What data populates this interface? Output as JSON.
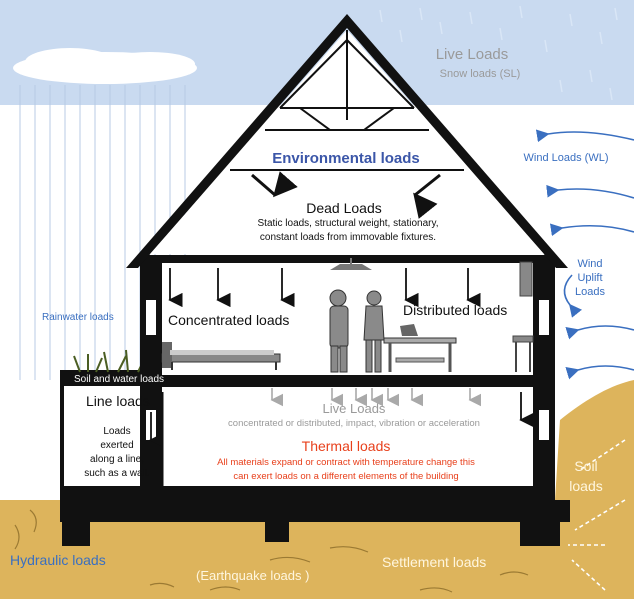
{
  "labels": {
    "live_loads_top": "Live Loads",
    "snow_loads": "Snow loads (SL)",
    "environmental_loads": "Environmental loads",
    "wind_loads": "Wind Loads (WL)",
    "dead_loads_title": "Dead Loads",
    "dead_loads_desc_1": "Static loads, structural weight, stationary,",
    "dead_loads_desc_2": "constant loads from immovable fixtures.",
    "wind_uplift_1": "Wind",
    "wind_uplift_2": "Uplift",
    "wind_uplift_3": "Loads",
    "rainwater_loads": "Rainwater loads",
    "concentrated_loads": "Concentrated loads",
    "distributed_loads": "Distributed loads",
    "soil_and_water_loads": "Soil and water loads",
    "line_loads_title": "Line loads",
    "line_loads_desc_1": "Loads",
    "line_loads_desc_2": "exerted",
    "line_loads_desc_3": "along a line,",
    "line_loads_desc_4": "such as a wall.",
    "live_loads_floor": "Live Loads",
    "live_loads_floor_desc": "concentrated or distributed, impact, vibration or acceleration",
    "thermal_loads_title": "Thermal loads",
    "thermal_desc_1": "All materials expand or contract with temperature change this",
    "thermal_desc_2": "can exert loads on a different elements of the building",
    "soil_loads_1": "Soil",
    "soil_loads_2": "loads",
    "hydraulic_loads": "Hydraulic loads",
    "settlement_loads": "Settlement loads",
    "earthquake_loads": "(Earthquake loads )"
  },
  "colors": {
    "sky": "#c9daf0",
    "ground": "#ddb45c",
    "house_outline": "#111111",
    "label_blue": "#3a6fc0",
    "thermal_red": "#e8401c",
    "grey_text": "#9a9a9a"
  }
}
